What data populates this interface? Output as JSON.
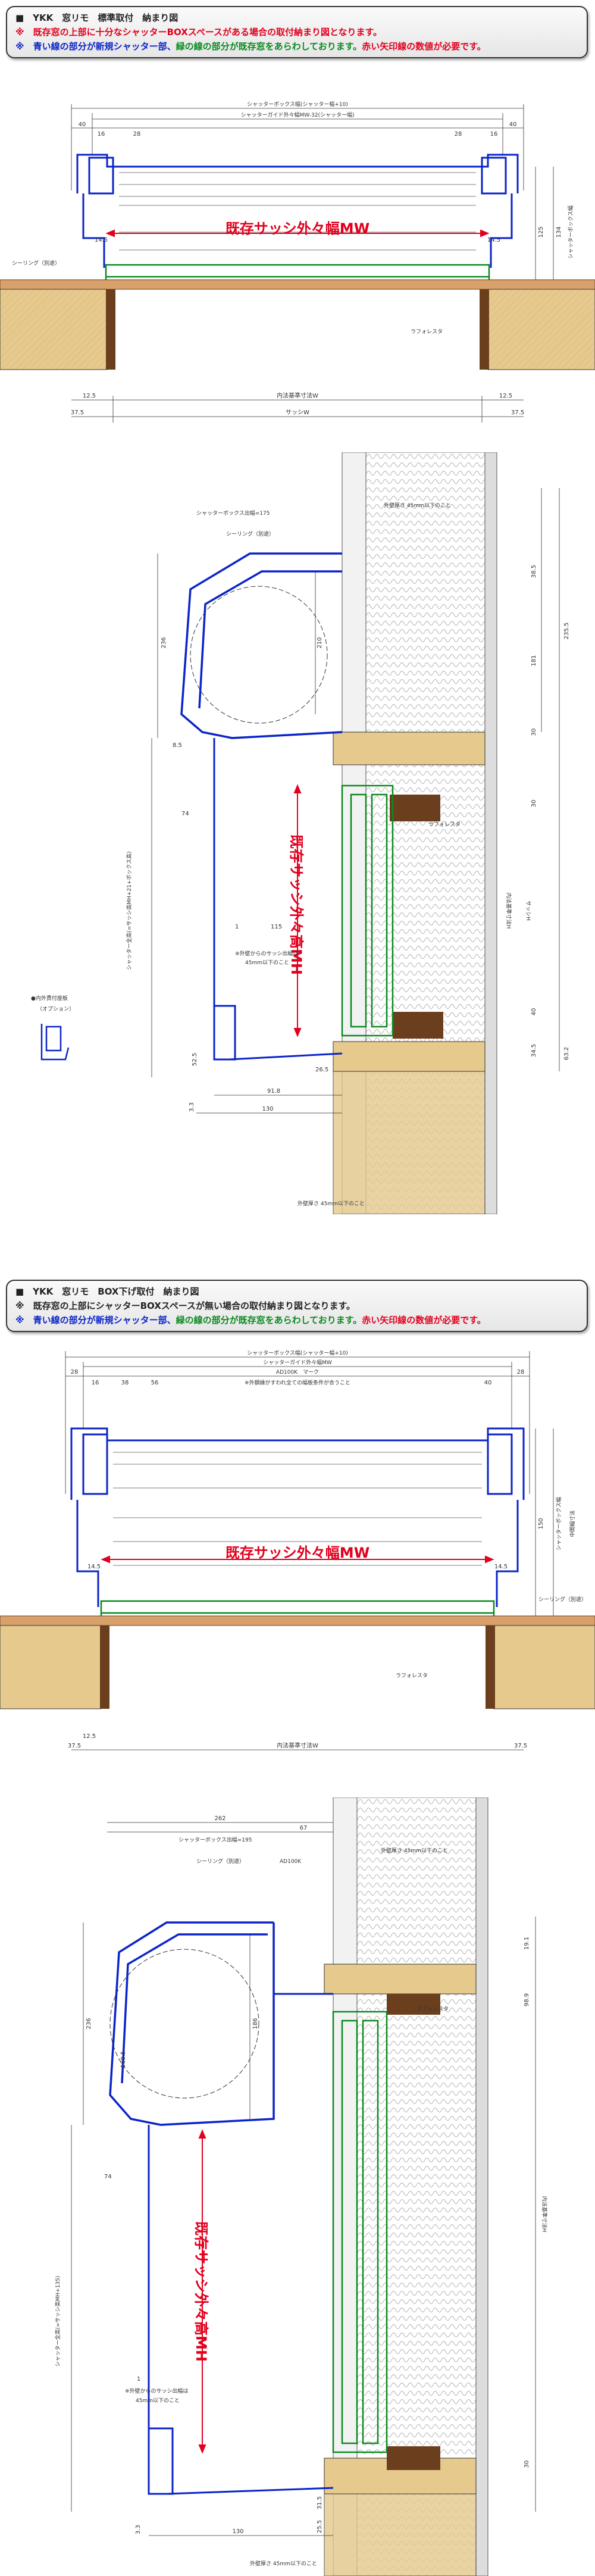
{
  "colors": {
    "new_shutter": "#0b24c8",
    "existing_window": "#0a8a1f",
    "arrow_dims": "#e1001e",
    "wall_wood": "#e6c98d",
    "wall_board": "#d8a16b",
    "frame_brown": "#6b3f1e",
    "wall_hatch": "#cfcfcf"
  },
  "section1": {
    "header": {
      "title": "■　YKK　窓リモ　標準取付　納まり図",
      "note1": "※　既存窓の上部に十分なシャッターBOXスペースがある場合の取付納まり図となります。",
      "note2_blue": "※　青い線の部分が新規シャッター部、",
      "note2_green": "緑の線の部分が既存窓をあらわしております。",
      "note2_red": "赤い矢印線の数値が必要です。"
    },
    "plan": {
      "box_width": "シャッターボックス幅(シャッター幅+10)",
      "guide_width": "シャッターガイド外々幅MW-32(シャッター幅)",
      "sash_mw": "既存サッシ外々幅MW",
      "sealing": "シーリング（別途）",
      "rafuoresuta": "ラフォレスタ",
      "inner_dim": "内法基準寸法W",
      "sash_w": "サッシW",
      "d_40a": "40",
      "d_40b": "40",
      "d_16a": "16",
      "d_16b": "16",
      "d_28a": "28",
      "d_28b": "28",
      "d_14_5a": "14.5",
      "d_14_5b": "14.5",
      "d_12_5a": "12.5",
      "d_12_5b": "12.5",
      "d_37_5a": "37.5",
      "d_37_5b": "37.5",
      "d_125": "125",
      "d_134": "134",
      "side_label": "シャッターボックス幅"
    },
    "section": {
      "box_height": "シャッターボックス出幅=175",
      "sealing": "シーリング（別途）",
      "outer_wall": "外壁厚さ 45mm以下のこと",
      "sash_mh": "既存サッシ外々高MH",
      "rafuoresuta": "ラフォレスタ",
      "inner_h": "内法基準寸法H",
      "sash_h": "サッシH",
      "shutter_total_h": "シャッター全高(=サッシ高MH+21+ボックス高)",
      "sill_note_1": "※外壁からのサッシ出幅は",
      "sill_note_2": "45mm以下のこと",
      "option_title": "●内外貫付座板",
      "option_sub": "（オプション）",
      "outer_wall_bottom": "外壁厚さ 45mm以下のこと",
      "d_236": "236",
      "d_210": "210",
      "d_8_5": "8.5",
      "d_74": "74",
      "d_115": "115",
      "d_1": "1",
      "d_52_5": "52.5",
      "d_26_5": "26.5",
      "d_91_8": "91.8",
      "d_130": "130",
      "d_3_3": "3.3",
      "d_38_5": "38.5",
      "d_181": "181",
      "d_235_5": "235.5",
      "d_30a": "30",
      "d_40": "40",
      "d_34_5": "34.5",
      "d_63_2": "63.2",
      "d_30b": "30"
    }
  },
  "section2": {
    "header": {
      "title": "■　YKK　窓リモ　BOX下げ取付　納まり図",
      "note1": "※　既存窓の上部にシャッターBOXスペースが無い場合の取付納まり図となります。",
      "note2_blue": "※　青い線の部分が新規シャッター部、",
      "note2_green": "緑の線の部分が既存窓をあらわしております。",
      "note2_red": "赤い矢印線の数値が必要です。"
    },
    "plan": {
      "box_width": "シャッターボックス幅(シャッター幅+10)",
      "guide_width": "シャッターガイド外々幅MW",
      "ad100_mark": "AD100K　マーク",
      "notice_line": "※外額縁がすわれ全ての幅板条件が合うこと",
      "sash_mw": "既存サッシ外々幅MW",
      "sealing": "シーリング（別途）",
      "rafuoresuta": "ラフォレスタ",
      "inner_dim": "内法基準寸法W",
      "side_label": "シャッターボックス幅",
      "side_label2": "中間幅寸法",
      "d_28a": "28",
      "d_16": "16",
      "d_38": "38",
      "d_56": "56",
      "d_40": "40",
      "d_28b": "28",
      "d_14_5a": "14.5",
      "d_14_5b": "14.5",
      "d_12_5": "12.5",
      "d_37_5a": "37.5",
      "d_37_5b": "37.5",
      "d_150": "150"
    },
    "section": {
      "d_262": "262",
      "box_height": "シャッターボックス出幅=195",
      "d_67": "67",
      "sealing": "シーリング（別途）",
      "ad100k": "AD100K",
      "outer_wall": "外壁厚さ 45mm以下のこと",
      "sash_mh": "既存サッシ外々高MH",
      "rafuoresuta": "ラフォレスタ",
      "inner_h": "内法基準寸法H",
      "shutter_total_h": "シャッター全高(=サッシ高MH+135)",
      "sill_note_1": "※外壁からのサッシ出幅は",
      "sill_note_2": "45mm以下のこと",
      "outer_wall_bottom": "外壁厚さ 45mm以下のこと",
      "d_236": "236",
      "d_168_5": "168.5",
      "d_74": "74",
      "d_186": "186",
      "d_1": "1",
      "d_19_1": "19.1",
      "d_98_9": "98.9",
      "d_30": "30",
      "d_31_5": "31.5",
      "d_25_5": "25.5",
      "d_130": "130",
      "d_3_3": "3.3"
    }
  }
}
